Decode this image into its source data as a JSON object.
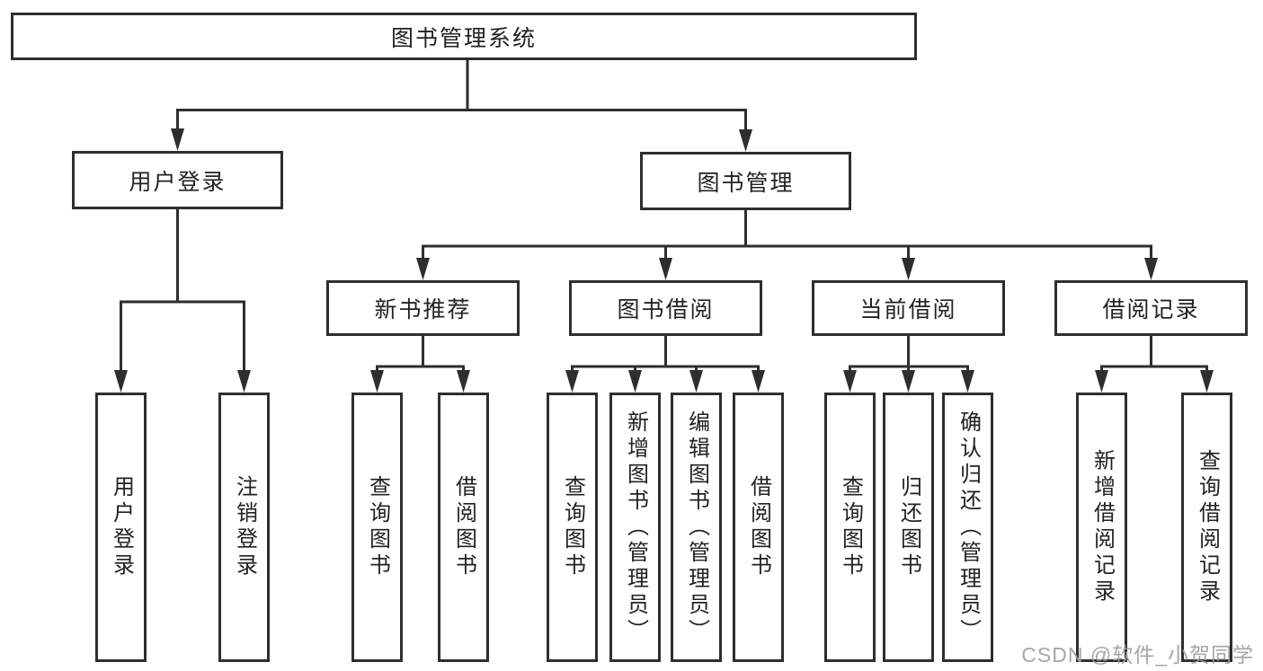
{
  "diagram": {
    "type": "hierarchy-tree",
    "orientation": "top-down",
    "tree": {
      "label": "图书管理系统",
      "children": [
        {
          "label": "用户登录",
          "children": [
            {
              "label": "用户登录"
            },
            {
              "label": "注销登录"
            }
          ]
        },
        {
          "label": "图书管理",
          "children": [
            {
              "label": "新书推荐",
              "children": [
                {
                  "label": "查询图书"
                },
                {
                  "label": "借阅图书"
                }
              ]
            },
            {
              "label": "图书借阅",
              "children": [
                {
                  "label": "查询图书"
                },
                {
                  "label": "新增图书（管理员）"
                },
                {
                  "label": "编辑图书（管理员）"
                },
                {
                  "label": "借阅图书"
                }
              ]
            },
            {
              "label": "当前借阅",
              "children": [
                {
                  "label": "查询图书"
                },
                {
                  "label": "归还图书"
                },
                {
                  "label": "确认归还（管理员）"
                }
              ]
            },
            {
              "label": "借阅记录",
              "children": [
                {
                  "label": "新增借阅记录"
                },
                {
                  "label": "查询借阅记录"
                }
              ]
            }
          ]
        }
      ]
    }
  },
  "watermark": {
    "text": "CSDN @软件_小贺同学"
  },
  "colors": {
    "background": "#ffffff",
    "line": "#2e2e2e",
    "box_border": "#2e2e2e",
    "box_fill": "#ffffff",
    "text": "#222222",
    "watermark": "#9e9e9e"
  }
}
